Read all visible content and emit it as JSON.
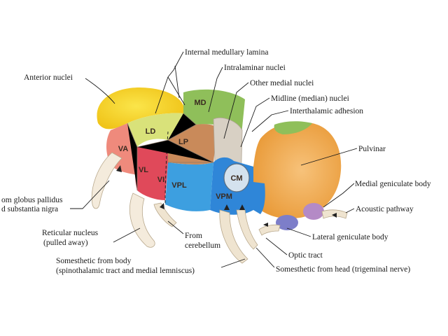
{
  "labels": {
    "internal_medullary_lamina": "Internal medullary lamina",
    "intralaminar_nuclei": "Intralaminar nuclei",
    "other_medial_nuclei": "Other medial nuclei",
    "midline_nuclei": "Midline (median) nuclei",
    "interthalamic_adhesion": "Interthalamic adhesion",
    "anterior_nuclei": "Anterior nuclei",
    "pulvinar": "Pulvinar",
    "medial_geniculate_body": "Medial geniculate body",
    "acoustic_pathway": "Acoustic pathway",
    "lateral_geniculate_body": "Lateral geniculate body",
    "optic_tract": "Optic tract",
    "globus_pallidus_line1": "om globus pallidus",
    "globus_pallidus_line2": "d substantia nigra",
    "reticular_line1": "Reticular nucleus",
    "reticular_line2": "(pulled away)",
    "from_cerebellum_line1": "From",
    "from_cerebellum_line2": "cerebellum",
    "somesthetic_body_line1": "Somesthetic from body",
    "somesthetic_body_line2": "(spinothalamic tract and medial lemniscus)",
    "somesthetic_head": "Somesthetic from head (trigeminal nerve)"
  },
  "regions": {
    "md": "MD",
    "ld": "LD",
    "lp": "LP",
    "va": "VA",
    "vl": "VL",
    "vi": "VI",
    "vpl": "VPL",
    "vpm": "VPM",
    "cm": "CM"
  },
  "colors": {
    "anterior": "#f2cf1e",
    "md": "#8fbf5a",
    "ld": "#d9e27a",
    "lp": "#c98a5a",
    "va": "#ef8a7c",
    "vl": "#e0495a",
    "vpl": "#3d9fe0",
    "vpm": "#2f86d8",
    "pulvinar": "#f0a84a",
    "lateral_geniculate": "#7d7ec9",
    "medial_geniculate": "#b48ac6"
  }
}
